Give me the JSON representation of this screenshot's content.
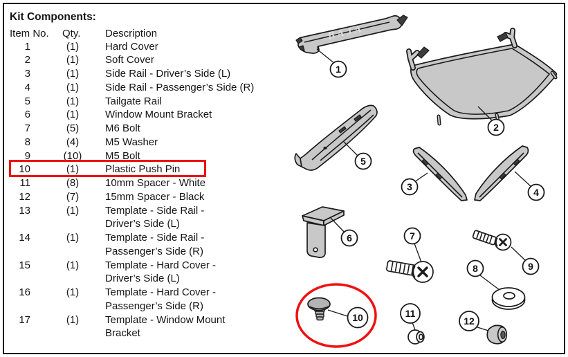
{
  "page": {
    "title": "Kit Components:"
  },
  "table": {
    "headers": {
      "item": "Item No.",
      "qty": "Qty.",
      "desc": "Description"
    },
    "rows": [
      {
        "item": "1",
        "qty": "(1)",
        "desc": [
          "Hard Cover"
        ]
      },
      {
        "item": "2",
        "qty": "(1)",
        "desc": [
          "Soft Cover"
        ]
      },
      {
        "item": "3",
        "qty": "(1)",
        "desc": [
          "Side Rail - Driver’s Side (L)"
        ]
      },
      {
        "item": "4",
        "qty": "(1)",
        "desc": [
          "Side Rail - Passenger’s Side (R)"
        ]
      },
      {
        "item": "5",
        "qty": "(1)",
        "desc": [
          "Tailgate Rail"
        ]
      },
      {
        "item": "6",
        "qty": "(1)",
        "desc": [
          "Window Mount Bracket"
        ]
      },
      {
        "item": "7",
        "qty": "(5)",
        "desc": [
          "M6 Bolt"
        ]
      },
      {
        "item": "8",
        "qty": "(4)",
        "desc": [
          "M5 Washer"
        ]
      },
      {
        "item": "9",
        "qty": "(10)",
        "desc": [
          "M5 Bolt"
        ]
      },
      {
        "item": "10",
        "qty": "(1)",
        "desc": [
          "Plastic Push Pin"
        ],
        "highlighted": true
      },
      {
        "item": "11",
        "qty": "(8)",
        "desc": [
          "10mm Spacer - White"
        ]
      },
      {
        "item": "12",
        "qty": "(7)",
        "desc": [
          "15mm Spacer - Black"
        ]
      },
      {
        "item": "13",
        "qty": "(1)",
        "desc": [
          "Template - Side Rail -",
          "Driver’s Side (L)"
        ]
      },
      {
        "item": "14",
        "qty": "(1)",
        "desc": [
          "Template - Side Rail -",
          "Passenger’s Side (R)"
        ]
      },
      {
        "item": "15",
        "qty": "(1)",
        "desc": [
          "Template - Hard Cover -",
          "Driver’s Side (L)"
        ]
      },
      {
        "item": "16",
        "qty": "(1)",
        "desc": [
          "Template - Hard Cover -",
          "Passenger’s Side (R)"
        ]
      },
      {
        "item": "17",
        "qty": "(1)",
        "desc": [
          "Template - Window Mount",
          "Bracket"
        ]
      }
    ]
  },
  "diagram": {
    "hard_cover_logo": "BAJA",
    "highlight_color": "#ee1111",
    "part_fill_color": "#c8c8c8",
    "callouts": [
      {
        "label": "1"
      },
      {
        "label": "2"
      },
      {
        "label": "3"
      },
      {
        "label": "4"
      },
      {
        "label": "5"
      },
      {
        "label": "6"
      },
      {
        "label": "7"
      },
      {
        "label": "8"
      },
      {
        "label": "9"
      },
      {
        "label": "10"
      },
      {
        "label": "11"
      },
      {
        "label": "12"
      }
    ]
  }
}
